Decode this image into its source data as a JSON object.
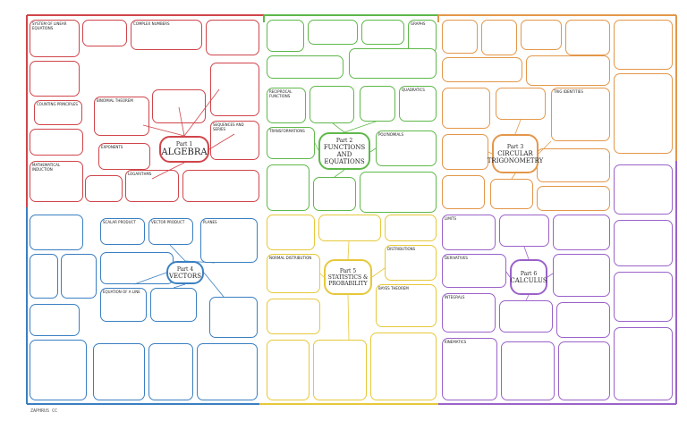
{
  "poster": {
    "footer_brand": "ZAPHRUS CC",
    "colors": {
      "red": "#d0454a",
      "green": "#5fb84a",
      "orange": "#e3974a",
      "blue": "#3a7fc1",
      "yellow": "#e6c83a",
      "purple": "#9a62c9"
    }
  },
  "sections": {
    "algebra": {
      "hub_num": "Part 1",
      "hub_title": "ALGEBRA"
    },
    "functions": {
      "hub_num": "Part 2",
      "hub_title": "FUNCTIONS AND EQUATIONS"
    },
    "circular": {
      "hub_num": "Part 3",
      "hub_title": "CIRCULAR TRIGONOMETRY"
    },
    "vectors": {
      "hub_num": "Part 4",
      "hub_title": "VECTORS"
    },
    "statistics": {
      "hub_num": "Part 5",
      "hub_title": "STATISTICS & PROBABILITY"
    },
    "calculus": {
      "hub_num": "Part 6",
      "hub_title": "CALCULUS"
    }
  },
  "labels": {
    "systems": "SYSTEM OF LINEAR EQUATIONS",
    "complex": "COMPLEX NUMBERS",
    "binomial": "BINOMIAL THEOREM",
    "logarithms": "LOGARITHMS",
    "sequences": "SEQUENCES AND SERIES",
    "induction": "MATHEMATICAL INDUCTION",
    "counting": "COUNTING PRINCIPLES",
    "exponents": "EXPONENTS",
    "graphs": "GRAPHS",
    "quadratics": "QUADRATICS",
    "transformations": "TRANSFORMATIONS",
    "polynomials": "POLYNOMIALS",
    "reciprocal": "RECIPROCAL FUNCTIONS",
    "trig_identities": "TRIG IDENTITIES",
    "scalar": "SCALAR PRODUCT",
    "vector_product": "VECTOR PRODUCT",
    "lines": "EQUATION OF A LINE",
    "planes": "PLANES",
    "distributions": "DISTRIBUTIONS",
    "normal": "NORMAL DISTRIBUTION",
    "bayes": "BAYES THEOREM",
    "derivatives": "DERIVATIVES",
    "integrals": "INTEGRALS",
    "limits": "LIMITS",
    "kinematics": "KINEMATICS"
  }
}
